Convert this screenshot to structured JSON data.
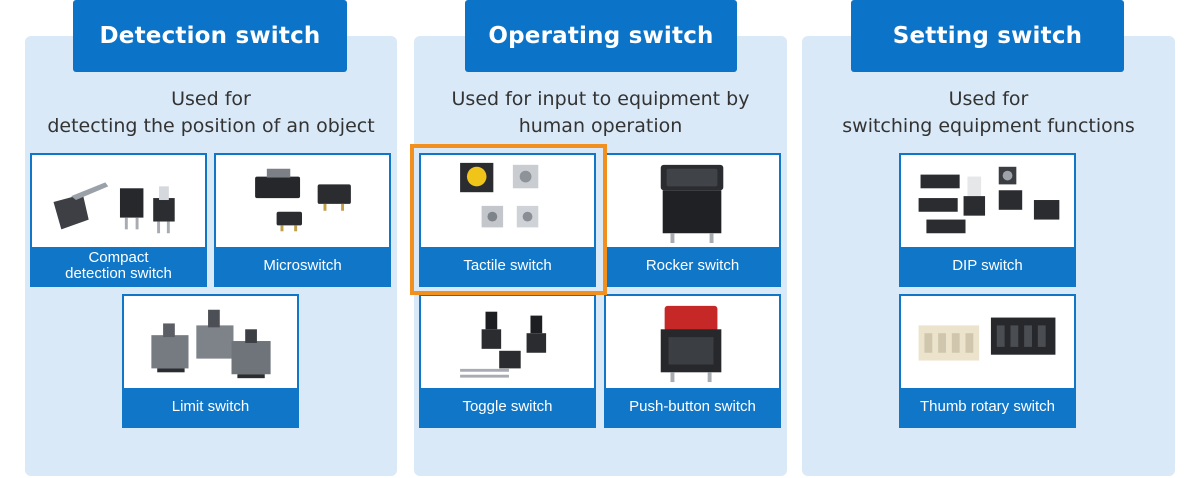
{
  "colors": {
    "accent_blue": "#0b74c8",
    "panel_bg": "#dae9f7",
    "highlight": "#f2901f"
  },
  "panels": [
    {
      "title": "Detection switch",
      "description": [
        "Used for",
        "detecting the position of an object"
      ],
      "items": [
        {
          "label_lines": [
            "Compact",
            "detection switch"
          ],
          "icon": "compact-detection-switch-photo"
        },
        {
          "label": "Microswitch",
          "icon": "microswitch-photo"
        },
        {
          "label": "Limit switch",
          "icon": "limit-switch-photo"
        }
      ]
    },
    {
      "title": "Operating switch",
      "description": [
        "Used for input to equipment by",
        "human operation"
      ],
      "items": [
        {
          "label": "Tactile switch",
          "icon": "tactile-switch-photo",
          "highlighted": true
        },
        {
          "label": "Rocker switch",
          "icon": "rocker-switch-photo"
        },
        {
          "label": "Toggle switch",
          "icon": "toggle-switch-photo"
        },
        {
          "label": "Push-button switch",
          "icon": "push-button-switch-photo"
        }
      ]
    },
    {
      "title": "Setting switch",
      "description": [
        "Used for",
        "switching equipment functions"
      ],
      "items": [
        {
          "label": "DIP switch",
          "icon": "dip-switch-photo"
        },
        {
          "label": "Thumb rotary switch",
          "icon": "thumb-rotary-switch-photo"
        }
      ]
    }
  ]
}
